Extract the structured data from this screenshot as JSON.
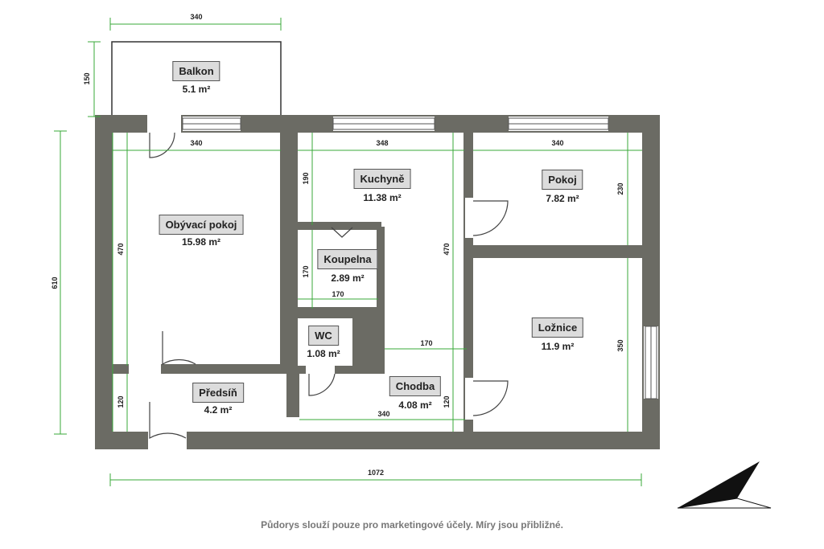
{
  "rooms": {
    "balkon": {
      "name": "Balkon",
      "area": "5.1 m²"
    },
    "obyvaci": {
      "name": "Obývací pokoj",
      "area": "15.98 m²"
    },
    "kuchyne": {
      "name": "Kuchyně",
      "area": "11.38 m²"
    },
    "pokoj": {
      "name": "Pokoj",
      "area": "7.82 m²"
    },
    "koupelna": {
      "name": "Koupelna",
      "area": "2.89 m²"
    },
    "wc": {
      "name": "WC",
      "area": "1.08 m²"
    },
    "loznice": {
      "name": "Ložnice",
      "area": "11.9 m²"
    },
    "predsin": {
      "name": "Předsíň",
      "area": "4.2 m²"
    },
    "chodba": {
      "name": "Chodba",
      "area": "4.08 m²"
    }
  },
  "dimensions": {
    "balkon_width": "340",
    "balkon_depth": "150",
    "total_height": "610",
    "total_width": "1072",
    "obyvaci_width": "340",
    "obyvaci_height": "470",
    "kuchyne_width": "348",
    "kuchyne_height_upper": "190",
    "kuchyne_height": "470",
    "pokoj_width": "340",
    "pokoj_height": "230",
    "koupelna_height": "170",
    "koupelna_width": "170",
    "chodba_gap_width": "170",
    "loznice_height": "350",
    "predsin_height": "120",
    "chodba_width": "340",
    "chodba_height": "120"
  },
  "disclaimer": "Půdorys slouží pouze pro marketingové účely. Míry jsou přibližné.",
  "colors": {
    "wall": "#6b6b64",
    "dimension_line": "#3aa83a",
    "label_bg": "#dcdcdc"
  }
}
